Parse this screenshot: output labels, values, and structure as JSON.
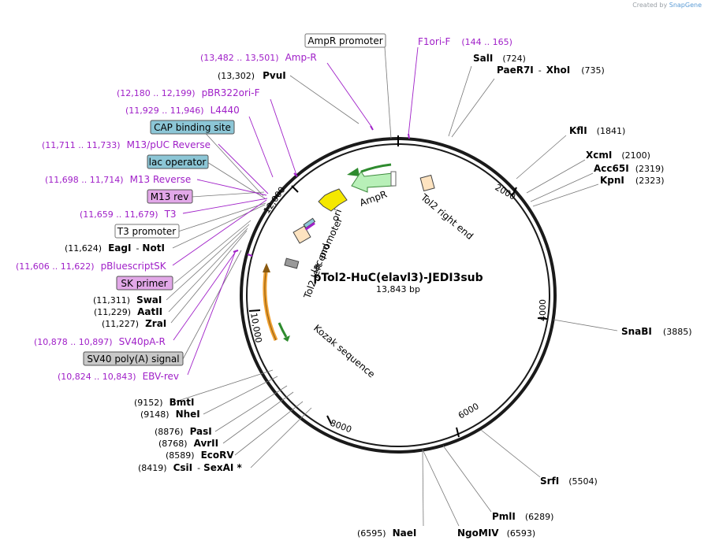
{
  "branding": {
    "prefix": "Created by",
    "name": "SnapGene"
  },
  "plasmid": {
    "name": "pTol2-HuC(elavl3)-JEDI3sub",
    "length_label": "13,843 bp"
  },
  "ticks": [
    "2000",
    "4000",
    "6000",
    "8000",
    "10,000",
    "12,000"
  ],
  "features": [
    "AmpR",
    "ori",
    "lac promoter",
    "Tol2 left end",
    "Tol2 right end",
    "Kozak sequence"
  ],
  "sites": {
    "sali": {
      "name": "SalI",
      "pos": "(724)"
    },
    "paer7i": {
      "name": "PaeR7I",
      "sep": "-",
      "name2": "XhoI",
      "pos": "(735)"
    },
    "kfli": {
      "name": "KflI",
      "pos": "(1841)"
    },
    "xcmi": {
      "name": "XcmI",
      "pos": "(2100)"
    },
    "acc65i": {
      "name": "Acc65I",
      "pos": "(2319)"
    },
    "kpni": {
      "name": "KpnI",
      "pos": "(2323)"
    },
    "snabi": {
      "name": "SnaBI",
      "pos": "(3885)"
    },
    "srfi": {
      "name": "SrfI",
      "pos": "(5504)"
    },
    "pmli": {
      "name": "PmlI",
      "pos": "(6289)"
    },
    "ngomiv": {
      "name": "NgoMIV",
      "pos": "(6593)"
    },
    "naei": {
      "name": "NaeI",
      "pos": "(6595)"
    },
    "csii": {
      "name": "CsiI",
      "sep": "-",
      "name2": "SexAI *",
      "pos": "(8419)"
    },
    "ecorv": {
      "name": "EcoRV",
      "pos": "(8589)"
    },
    "avrii": {
      "name": "AvrII",
      "pos": "(8768)"
    },
    "pasi": {
      "name": "PasI",
      "pos": "(8876)"
    },
    "nhei": {
      "name": "NheI",
      "pos": "(9148)"
    },
    "bmti": {
      "name": "BmtI",
      "pos": "(9152)"
    },
    "zrai": {
      "name": "ZraI",
      "pos": "(11,227)"
    },
    "aatii": {
      "name": "AatII",
      "pos": "(11,229)"
    },
    "swai": {
      "name": "SwaI",
      "pos": "(11,311)"
    },
    "eagi": {
      "name": "EagI",
      "sep": "-",
      "name2": "NotI",
      "pos": "(11,624)"
    },
    "pvui": {
      "name": "PvuI",
      "pos": "(13,302)"
    }
  },
  "primers": {
    "f1ori_f": {
      "name": "F1ori-F",
      "pos": "(144 .. 165)"
    },
    "amp_r": {
      "name": "Amp-R",
      "pos": "(13,482 .. 13,501)"
    },
    "pbr322": {
      "name": "pBR322ori-F",
      "pos": "(12,180 .. 12,199)"
    },
    "l4440": {
      "name": "L4440",
      "pos": "(11,929 .. 11,946)"
    },
    "m13puc": {
      "name": "M13/pUC Reverse",
      "pos": "(11,711 .. 11,733)"
    },
    "m13rev": {
      "name": "M13 Reverse",
      "pos": "(11,698 .. 11,714)"
    },
    "t3": {
      "name": "T3",
      "pos": "(11,659 .. 11,679)"
    },
    "pbluesk": {
      "name": "pBluescriptSK",
      "pos": "(11,606 .. 11,622)"
    },
    "sv40pa_r": {
      "name": "SV40pA-R",
      "pos": "(10,878 .. 10,897)"
    },
    "ebv_rev": {
      "name": "EBV-rev",
      "pos": "(10,824 .. 10,843)"
    }
  },
  "boxes": {
    "ampr_promoter": {
      "label": "AmpR promoter"
    },
    "cap": {
      "label": "CAP binding site"
    },
    "lac_operator": {
      "label": "lac operator"
    },
    "m13_rev": {
      "label": "M13 rev"
    },
    "t3_promoter": {
      "label": "T3 promoter"
    },
    "sk_primer": {
      "label": "SK primer"
    },
    "sv40": {
      "label": "SV40 poly(A) signal"
    }
  },
  "colors": {
    "backbone": "#1a1a1a",
    "ampr": "#b8f0b8",
    "ampr_stroke": "#3d8b3d",
    "ori": "#f5e800",
    "primer": "#a020c8",
    "feature_box_blue": "#8cc6d6",
    "feature_box_purple": "#e2a8e8",
    "feature_box_grey": "#c8c8c8",
    "tol2": "#fde3c0",
    "orange_arrow": "#f0a030",
    "green_arrow": "#2e8b2e"
  }
}
